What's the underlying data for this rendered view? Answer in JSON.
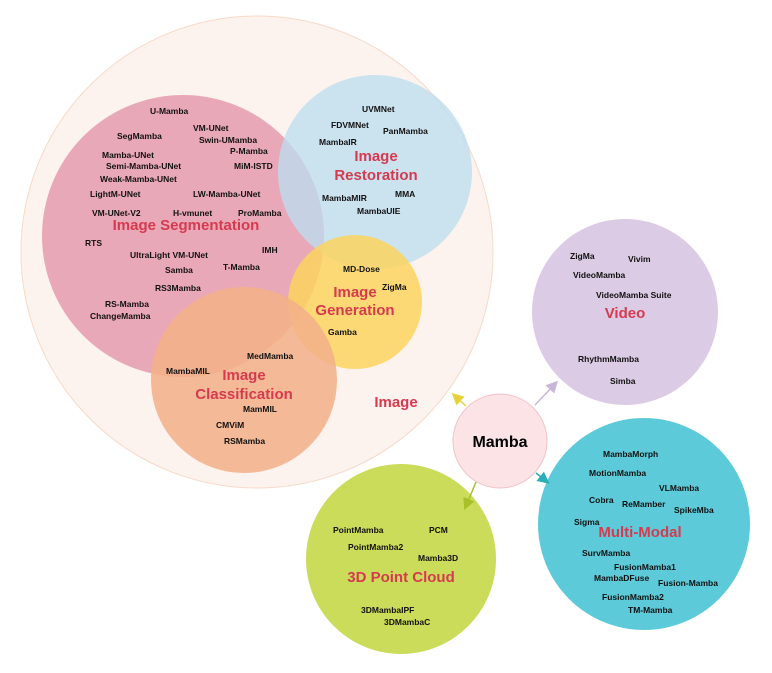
{
  "center": "Mamba",
  "image_group": "Image",
  "colors": {
    "image_outer": "#fdf3ee",
    "segmentation": "#e7a0b0",
    "restoration": "#bcdcf0",
    "generation": "#fbd35e",
    "classification": "#f3b08a",
    "video": "#dccbe4",
    "multimodal": "#5ccad8",
    "pointcloud": "#cbdc5a",
    "center": "#fce3e6",
    "title": "#d63a4f"
  },
  "segmentation": {
    "title": "Image Segmentation",
    "items": [
      "U-Mamba",
      "SegMamba",
      "VM-UNet",
      "Swin-UMamba",
      "Mamba-UNet",
      "P-Mamba",
      "Semi-Mamba-UNet",
      "MiM-ISTD",
      "Weak-Mamba-UNet",
      "LightM-UNet",
      "LW-Mamba-UNet",
      "VM-UNet-V2",
      "H-vmunet",
      "ProMamba",
      "RTS",
      "IMH",
      "UltraLight VM-UNet",
      "Samba",
      "T-Mamba",
      "RS3Mamba",
      "RS-Mamba",
      "ChangeMamba"
    ]
  },
  "restoration": {
    "title_line1": "Image",
    "title_line2": "Restoration",
    "items": [
      "UVMNet",
      "FDVMNet",
      "PanMamba",
      "MambaIR",
      "MambaMIR",
      "MMA",
      "MambaUIE"
    ]
  },
  "generation": {
    "title_line1": "Image",
    "title_line2": "Generation",
    "items": [
      "MD-Dose",
      "ZigMa",
      "Gamba"
    ]
  },
  "classification": {
    "title_line1": "Image",
    "title_line2": "Classification",
    "items": [
      "MedMamba",
      "MambaMIL",
      "MamMIL",
      "CMViM",
      "RSMamba"
    ]
  },
  "video": {
    "title": "Video",
    "items": [
      "ZigMa",
      "Vivim",
      "VideoMamba",
      "VideoMamba Suite",
      "RhythmMamba",
      "Simba"
    ]
  },
  "multimodal": {
    "title": "Multi-Modal",
    "items": [
      "MambaMorph",
      "MotionMamba",
      "VLMamba",
      "Cobra",
      "ReMamber",
      "SpikeMba",
      "Sigma",
      "SurvMamba",
      "FusionMamba1",
      "MambaDFuse",
      "Fusion-Mamba",
      "FusionMamba2",
      "TM-Mamba"
    ]
  },
  "pointcloud": {
    "title": "3D Point Cloud",
    "items": [
      "PointMamba",
      "PCM",
      "PointMamba2",
      "Mamba3D",
      "3DMambaIPF",
      "3DMambaC"
    ]
  }
}
